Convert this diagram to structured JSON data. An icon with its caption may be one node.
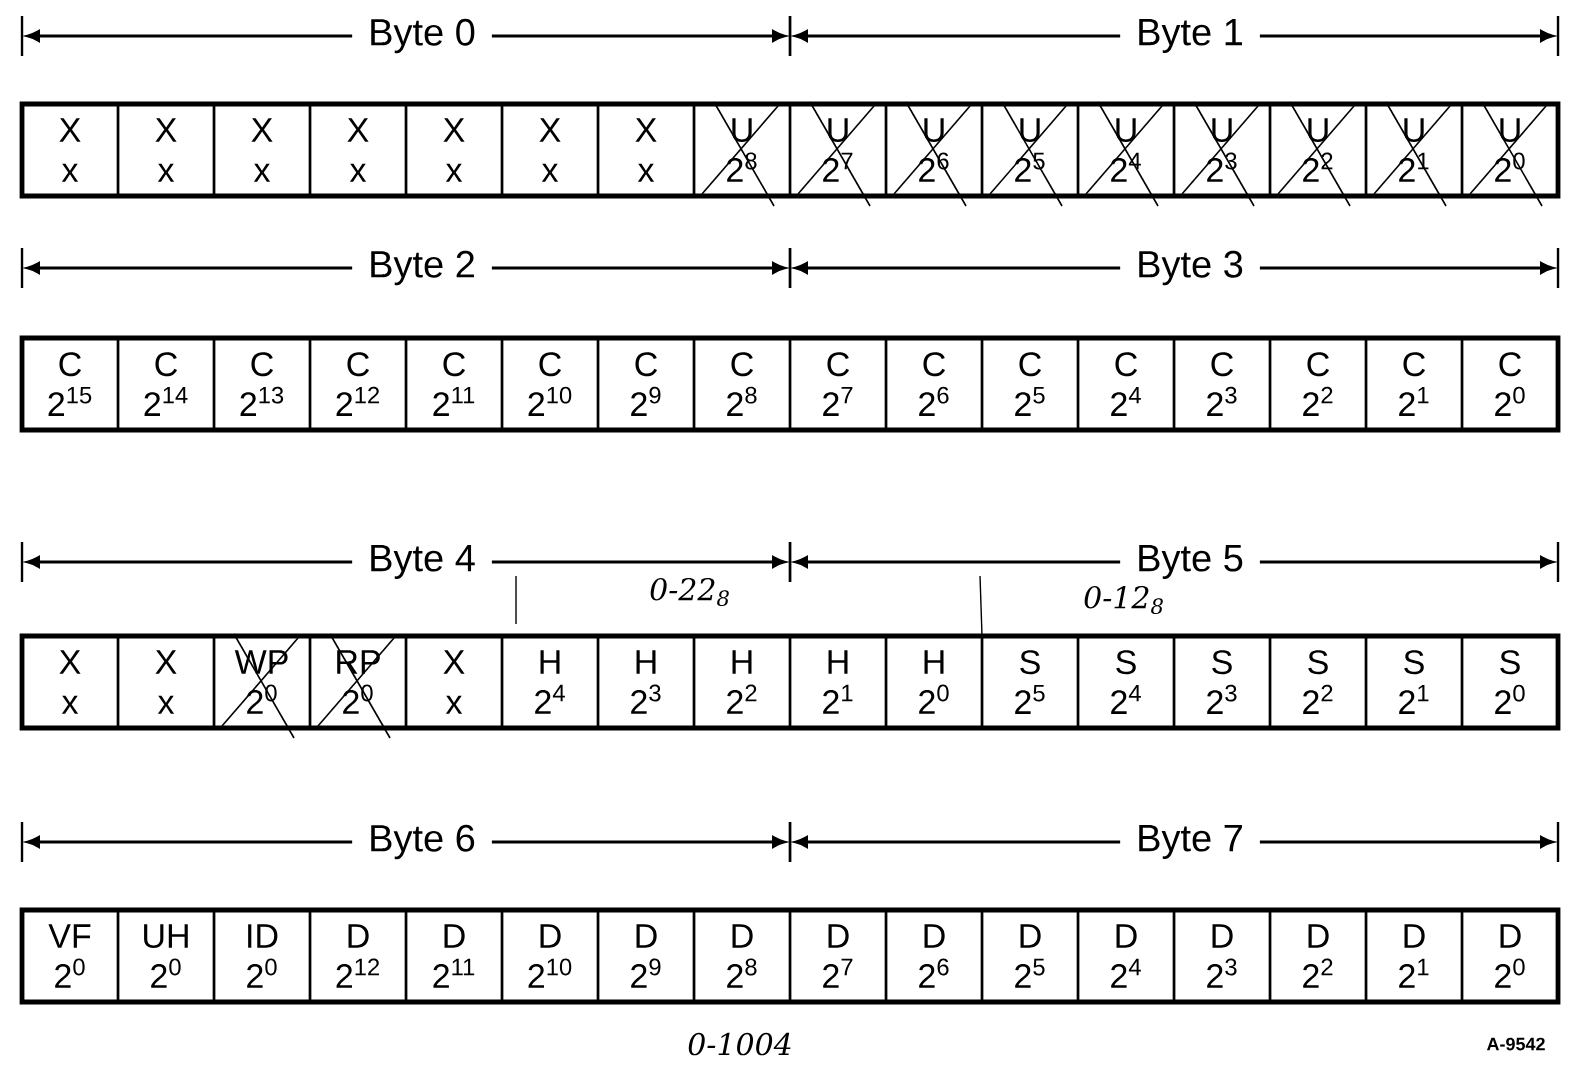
{
  "diagram": {
    "nodes": [
      {
        "text": [
          "X",
          "x"
        ]
      },
      {
        "text": [
          "X",
          "x"
        ]
      },
      {
        "text": [
          "X",
          "x"
        ]
      },
      {
        "text": [
          "X",
          "x"
        ]
      },
      {
        "text": [
          "X",
          "x"
        ]
      },
      {
        "text": [
          "X",
          "x"
        ]
      },
      {
        "text": [
          "X",
          "x"
        ]
      },
      {
        "text": [
          "U",
          "2$^{8}$"
        ]
      },
      {
        "text": [
          "U",
          "2$^{7}$"
        ]
      },
      {
        "text": [
          "U",
          "2$^{6}$"
        ]
      },
      {
        "text": [
          "U",
          "2$^{5}$"
        ]
      },
      {
        "text": [
          "U",
          "2$^{4}$"
        ]
      },
      {
        "text": [
          "U",
          "2$^{3}$"
        ]
      },
      {
        "text": [
          "U",
          "2$^{2}$"
        ]
      },
      {
        "text": [
          "U",
          "2$^{1}$"
        ]
      },
      {
        "text": [
          "U",
          "2$^{0}$"
        ]
      },
      {
        "text": [
          "C",
          "2$^{15}$"
        ]
      },
      {
        "text": [
          "C",
          "2$^{14}$"
        ]
      },
      {
        "text": [
          "C",
          "2$^{13}$"
        ]
      },
      {
        "text": [
          "C",
          "2$^{12}$"
        ]
      },
      {
        "text": [
          "C",
          "2$^{11}$"
        ]
      },
      {
        "text": [
          "C",
          "2$^{10}$"
        ]
      },
      {
        "text": [
          "C",
          "2$^{9}$"
        ]
      },
      {
        "text": [
          "C",
          "2$^{8}$"
        ]
      },
      {
        "text": [
          "C",
          "2$^{7}$"
        ]
      },
      {
        "text": [
          "C",
          "2$^{6}$"
        ]
      },
      {
        "text": [
          "C",
          "2$^{5}$"
        ]
      },
      {
        "text": [
          "C",
          "2$^{4}$"
        ]
      },
      {
        "text": [
          "C",
          "2$^{3}$"
        ]
      },
      {
        "text": [
          "C",
          "2$^{2}$"
        ]
      },
      {
        "text": [
          "C",
          "2$^{1}$"
        ]
      },
      {
        "text": [
          "C",
          "2$^{0}$"
        ]
      },
      {
        "text": [
          "X",
          "x"
        ]
      },
      {
        "text": [
          "X",
          "x"
        ]
      },
      {
        "text": [
          "WP",
          "2$^{0}$"
        ]
      },
      {
        "text": [
          "RP",
          "2$^{0}$"
        ]
      },
      {
        "text": [
          "X",
          "x"
        ]
      },
      {
        "text": [
          "H",
          "2$^{4}$"
        ]
      },
      {
        "text": [
          "H",
          "2$^{3}$"
        ]
      },
      {
        "text": [
          "H",
          "2$^{2}$"
        ]
      },
      {
        "text": [
          "H",
          "2$^{1}$"
        ]
      },
      {
        "text": [
          "H",
          "2$^{0}$"
        ]
      },
      {
        "text": [
          "S",
          "2$^{5}$"
        ]
      },
      {
        "text": [
          "S",
          "2$^{4}$"
        ]
      },
      {
        "text": [
          "S",
          "2$^{3}$"
        ]
      },
      {
        "text": [
          "S",
          "2$^{2}$"
        ]
      },
      {
        "text": [
          "S",
          "2$^{1}$"
        ]
      },
      {
        "text": [
          "S",
          "2$^{0}$"
        ]
      },
      {
        "text": [
          "VF",
          "2$^{0}$"
        ]
      },
      {
        "text": [
          "UH",
          "2$^{0}$"
        ]
      },
      {
        "text": [
          "ID",
          "2$^{0}$"
        ]
      },
      {
        "text": [
          "D",
          "2$^{12}$"
        ]
      },
      {
        "text": [
          "D",
          "2$^{11}$"
        ]
      },
      {
        "text": [
          "D",
          "2$^{10}$"
        ]
      },
      {
        "text": [
          "D",
          "2$^{9}$"
        ]
      },
      {
        "text": [
          "D",
          "2$^{8}$"
        ]
      },
      {
        "text": [
          "D",
          "2$^{7}$"
        ]
      },
      {
        "text": [
          "D",
          "2$^{6}$"
        ]
      },
      {
        "text": [
          "D",
          "2$^{5}$"
        ]
      },
      {
        "text": [
          "D",
          "2$^{4}$"
        ]
      },
      {
        "text": [
          "D",
          "2$^{3}$"
        ]
      },
      {
        "text": [
          "D",
          "2$^{2}$"
        ]
      },
      {
        "text": [
          "D",
          "2$^{1}$"
        ]
      },
      {
        "text": [
          "D",
          "2$^{0}$"
        ]
      }
    ],
    "labels": [
      "Byte 0",
      "Byte 1",
      "Byte 2",
      "Byte 3",
      "Byte 4",
      "0-22$_{8}$",
      "Byte 5",
      "0-12$_{8}$",
      "Byte 6",
      "Byte 7",
      "0-1004",
      "A-9542"
    ]
  }
}
